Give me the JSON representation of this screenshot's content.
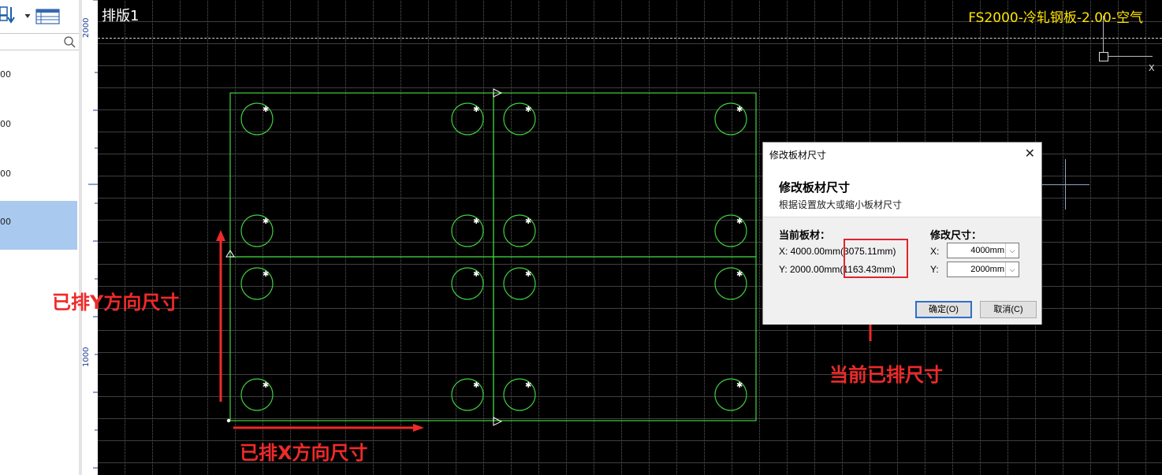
{
  "left_panel": {
    "list_items": [
      {
        "text": "00"
      },
      {
        "text": "00"
      },
      {
        "text": "00"
      },
      {
        "text": "00",
        "selected": true
      }
    ]
  },
  "ruler": {
    "label_top": "2000",
    "label_mid": "1000"
  },
  "canvas": {
    "sheet_title": "排版1",
    "material": "FS2000-冷轧钢板-2.00-空气",
    "axis_label": "X"
  },
  "dialog": {
    "title": "修改板材尺寸",
    "heading": "修改板材尺寸",
    "subheading": "根据设置放大或缩小板材尺寸",
    "current_label": "当前板材：",
    "current_x": "X: 4000.00mm",
    "current_x_nested": "(3075.11mm)",
    "current_y": "Y: 2000.00mm",
    "current_y_nested": "(1163.43mm)",
    "modify_label": "修改尺寸：",
    "x_label": "X:",
    "y_label": "Y:",
    "x_value": "4000mm",
    "y_value": "2000mm",
    "ok_label": "确定(O)",
    "cancel_label": "取消(C)"
  },
  "annotations": {
    "y_dir": "已排Y方向尺寸",
    "x_dir": "已排X方向尺寸",
    "current": "当前已排尺寸"
  },
  "colors": {
    "part_outline": "#3fd13f",
    "annotation": "#ee2a2a",
    "material_text": "#ffe600"
  }
}
